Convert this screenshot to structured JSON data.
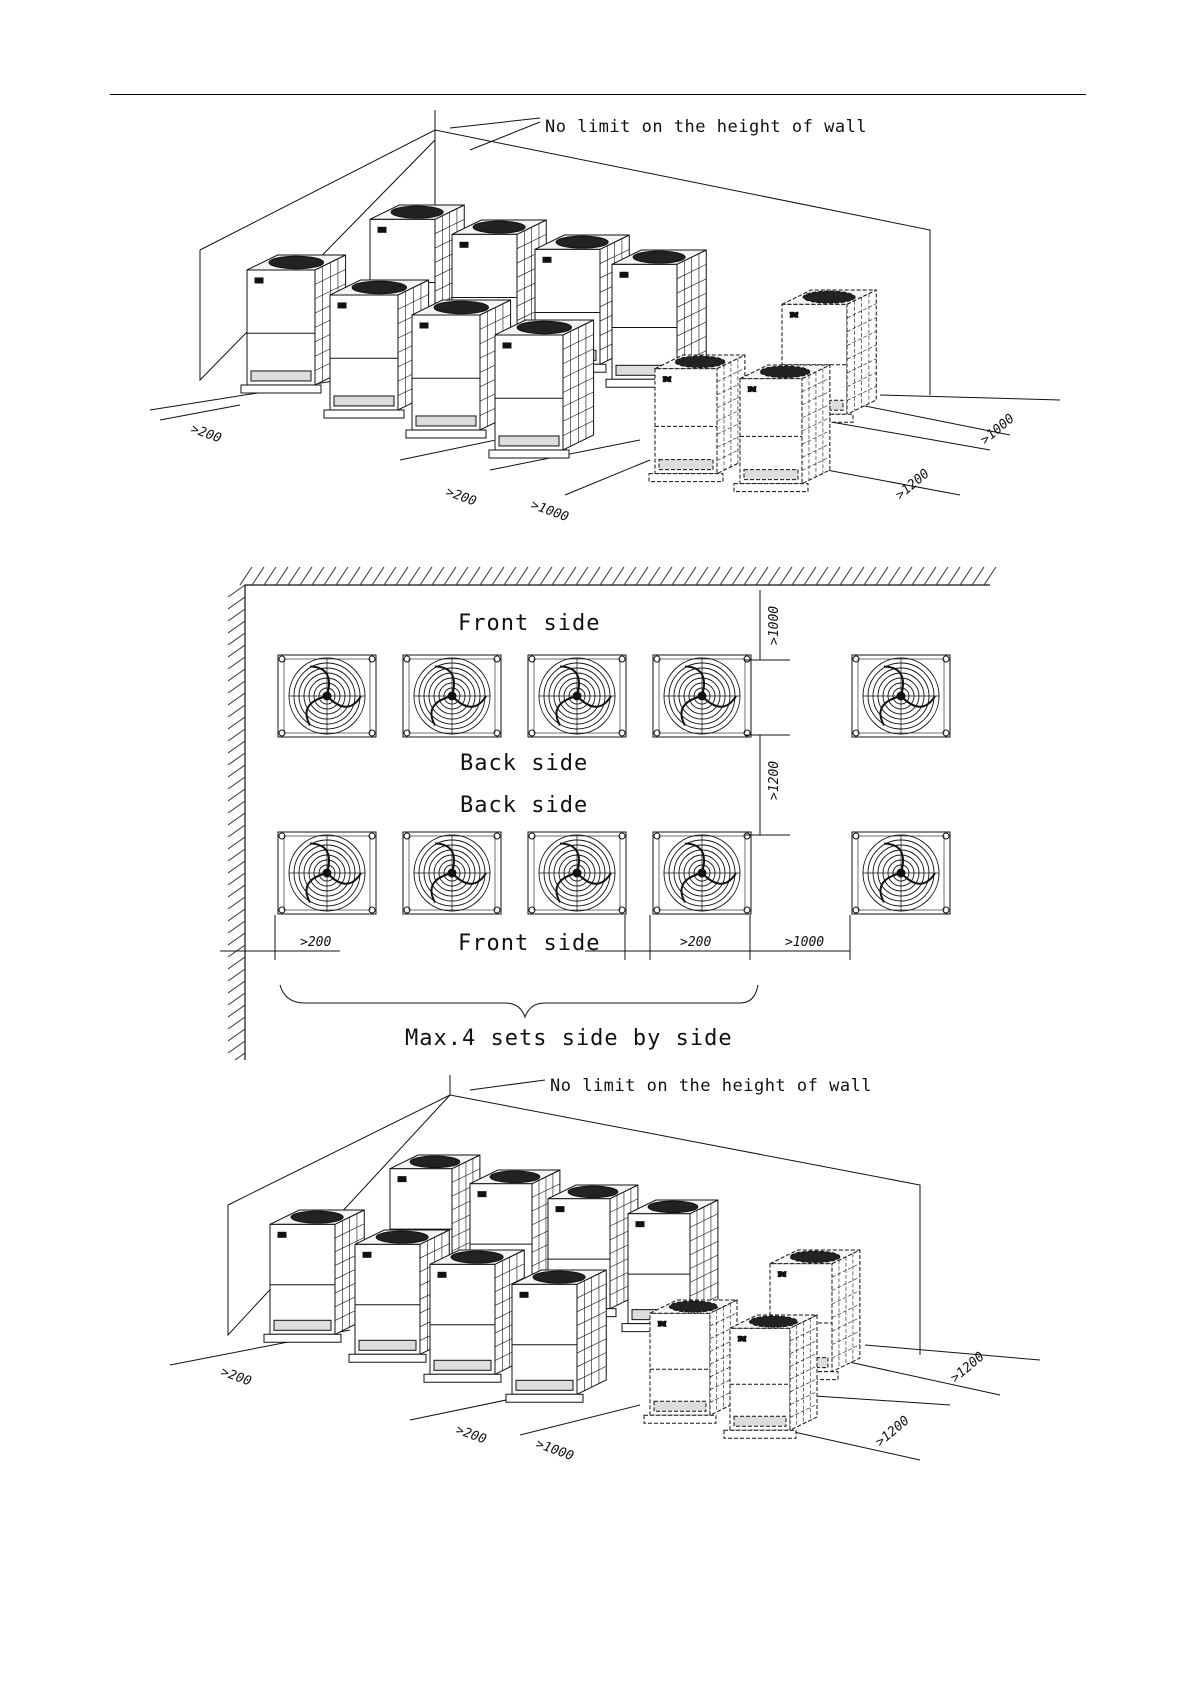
{
  "header": {
    "rule": true
  },
  "top_view": {
    "note": "No limit on the height of wall",
    "dim_left": ">200",
    "dim_front_gap": ">200",
    "dim_front_rows": ">1000",
    "dim_right_back": ">1000",
    "dim_right_front": ">1200"
  },
  "plan_view": {
    "front_top": "Front side",
    "back_top": "Back side",
    "back_bottom": "Back side",
    "front_bottom": "Front side",
    "dim_rows": ">1000",
    "dim_between_rows": ">1200",
    "dim_wall": ">200",
    "dim_gap": ">200",
    "dim_group": ">1000",
    "group_note": "Max.4 sets side by side"
  },
  "bottom_view": {
    "note": "No limit on the height of wall",
    "dim_left": ">200",
    "dim_front_gap": ">200",
    "dim_front_rows": ">1000",
    "dim_right_back": ">1200",
    "dim_right_front": ">1200"
  }
}
